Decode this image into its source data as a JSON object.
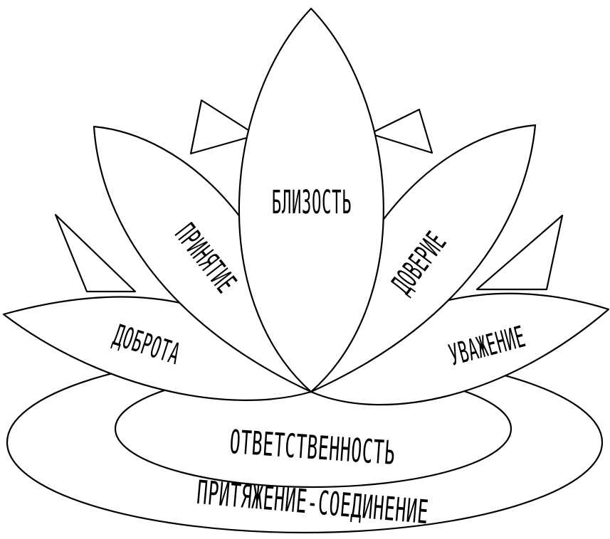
{
  "diagram": {
    "petals": {
      "top": "БЛИЗОСТЬ",
      "upper_left": "ПРИНЯТИЕ",
      "upper_right": "ДОВЕРИЕ",
      "lower_left": "ДОБРОТА",
      "lower_right": "УВАЖЕНИЕ"
    },
    "rings": {
      "inner": "ОТВЕТСТВЕННОСТЬ",
      "outer": "ПРИТЯЖЕНИЕ-СОЕДИНЕНИЕ"
    },
    "colors": {
      "stroke": "#000000",
      "fill": "#ffffff"
    }
  }
}
